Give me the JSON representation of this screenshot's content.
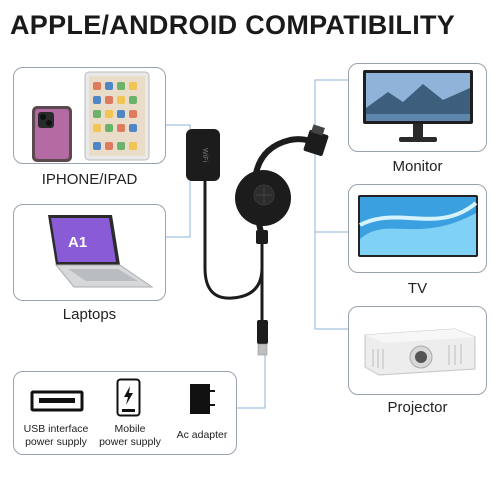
{
  "title": "APPLE/ANDROID COMPATIBILITY",
  "devices": {
    "iphone_ipad": "IPHONE/IPAD",
    "laptops": "Laptops",
    "monitor": "Monitor",
    "tv": "TV",
    "projector": "Projector"
  },
  "power": {
    "usb_line1": "USB interface",
    "usb_line2": "power supply",
    "mobile_line1": "Mobile",
    "mobile_line2": "power supply",
    "ac": "Ac adapter"
  },
  "dongle": {
    "receiver_text": "WiFi"
  },
  "laptop_screen_text": "A1",
  "colors": {
    "connector": "#8fb6d8",
    "box_border": "#9aa3ad",
    "device_black": "#1c1c1c"
  }
}
